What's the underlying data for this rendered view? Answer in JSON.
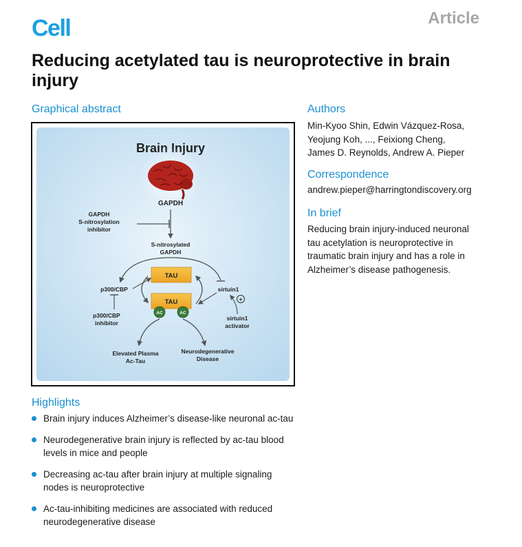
{
  "journal": "Cell",
  "article_type": "Article",
  "title": "Reducing acetylated tau is neuroprotective in brain injury",
  "graphical_abstract": {
    "heading": "Graphical abstract",
    "figure_title": "Brain Injury",
    "labels": {
      "gapdh": "GAPDH",
      "inhibitor_line1": "GAPDH",
      "inhibitor_line2": "S-nitrosylation",
      "inhibitor_line3": "inhibitor",
      "sno_line1": "S-nitrosylated",
      "sno_line2": "GAPDH",
      "p300": "p300/CBP",
      "p300_inh_line1": "p300/CBP",
      "p300_inh_line2": "inhibitor",
      "tau_top": "TAU",
      "tau_bottom": "TAU",
      "ac1": "AC",
      "ac2": "AC",
      "sirtuin": "sirtuin1",
      "plus": "+",
      "sirt_act_line1": "sirtuin1",
      "sirt_act_line2": "activator",
      "plasma_line1": "Elevated Plasma",
      "plasma_line2": "Ac-Tau",
      "neuro_line1": "Neurodegenerative",
      "neuro_line2": "Disease"
    },
    "colors": {
      "background": "#c5dff1",
      "brain": "#b3241d",
      "tau_box": "#f2b32d",
      "ac_circle": "#3b7a3a"
    }
  },
  "authors": {
    "heading": "Authors",
    "lines": [
      "Min-Kyoo Shin, Edwin Vázquez-Rosa,",
      "Yeojung Koh, ..., Feixiong Cheng,",
      "James D. Reynolds, Andrew A. Pieper"
    ]
  },
  "correspondence": {
    "heading": "Correspondence",
    "email": "andrew.pieper@harringtondiscovery.org"
  },
  "in_brief": {
    "heading": "In brief",
    "lines": [
      "Reducing brain injury-induced neuronal",
      "tau acetylation is neuroprotective in",
      "traumatic brain injury and has a role in",
      "Alzheimer’s disease pathogenesis."
    ]
  },
  "highlights": {
    "heading": "Highlights",
    "items": [
      {
        "line1": "Brain injury induces Alzheimer’s disease-like neuronal ac-tau",
        "line2": ""
      },
      {
        "line1": "Neurodegenerative brain injury is reflected by ac-tau blood",
        "line2": "levels in mice and people"
      },
      {
        "line1": "Decreasing ac-tau after brain injury at multiple signaling",
        "line2": "nodes is neuroprotective"
      },
      {
        "line1": "Ac-tau-inhibiting medicines are associated with reduced",
        "line2": "neurodegenerative disease"
      }
    ]
  },
  "accent_color": "#1a8fd0"
}
